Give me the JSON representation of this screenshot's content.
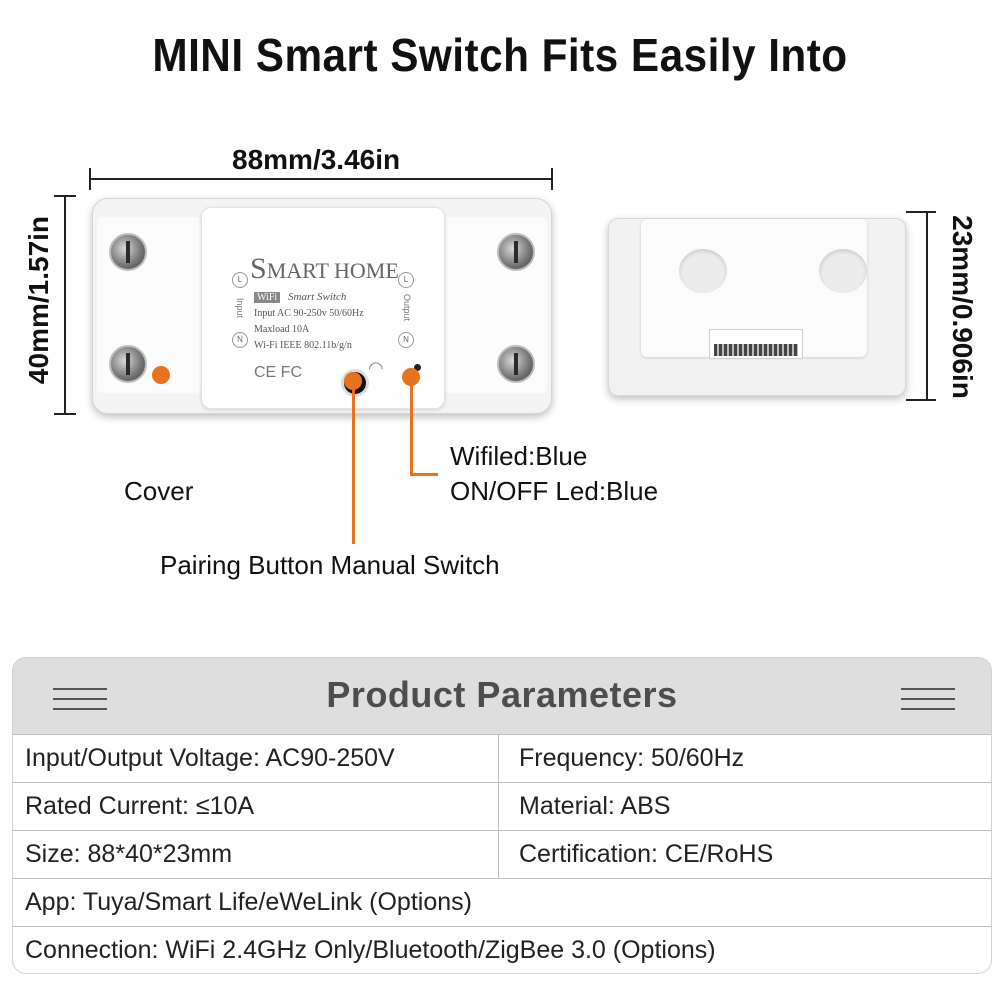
{
  "headline": "MINI Smart Switch Fits Easily Into",
  "dimensions": {
    "width": "88mm/3.46in",
    "height": "40mm/1.57in",
    "depth": "23mm/0.906in"
  },
  "device_label": {
    "brand_initial": "S",
    "brand_rest": "MART HOME",
    "wifi_tag": "WiFi",
    "product": "Smart Switch",
    "input_spec": "Input AC 90-250v 50/60Hz",
    "maxload": "Maxload 10A",
    "wifi_spec": "Wi-Fi IEEE 802.11b/g/n",
    "certs": "CE FC",
    "input_side": "Input",
    "output_side": "Output",
    "terminal_l": "L",
    "terminal_n": "N"
  },
  "callouts": {
    "cover": "Cover",
    "wifi_led": "Wifiled:Blue",
    "onoff_led": "ON/OFF Led:Blue",
    "pairing": "Pairing Button Manual Switch"
  },
  "params": {
    "title": "Product Parameters",
    "rows": [
      [
        "Input/Output Voltage: AC90-250V",
        "Frequency: 50/60Hz"
      ],
      [
        "Rated Current: ≤10A",
        "Material: ABS"
      ],
      [
        "Size: 88*40*23mm",
        "Certification: CE/RoHS"
      ],
      [
        "App: Tuya/Smart Life/eWeLink (Options)"
      ],
      [
        "Connection: WiFi 2.4GHz Only/Bluetooth/ZigBee 3.0 (Options)"
      ]
    ]
  },
  "colors": {
    "accent": "#e8731e",
    "panel": "#e6e6e6",
    "text": "#111111"
  }
}
